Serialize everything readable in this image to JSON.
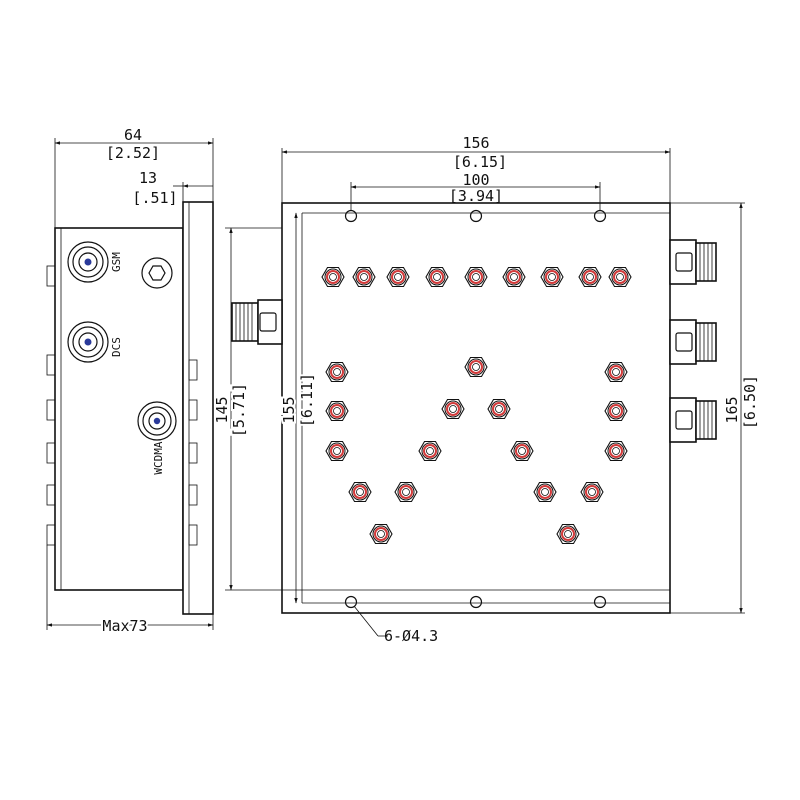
{
  "side_view": {
    "width_dim": "64",
    "width_dim_inch": "[2.52]",
    "flange_dim": "13",
    "flange_dim_inch": "[.51]",
    "max_dim": "Max73",
    "connector_labels": [
      "GSM",
      "DCS",
      "WCDMA"
    ]
  },
  "top_view": {
    "width_dim": "156",
    "width_dim_inch": "[6.15]",
    "hole_pitch_dim": "100",
    "hole_pitch_dim_inch": "[3.94]",
    "body_height_dim": "145",
    "body_height_dim_inch": "[5.71]",
    "inner_height_dim": "155",
    "inner_height_dim_inch": "[6.11]",
    "overall_height_dim": "165",
    "overall_height_dim_inch": "[6.50]",
    "hole_callout": "6-Ø4.3"
  },
  "colors": {
    "line": "#111111",
    "tuning_screw_red": "#d23a3a"
  }
}
